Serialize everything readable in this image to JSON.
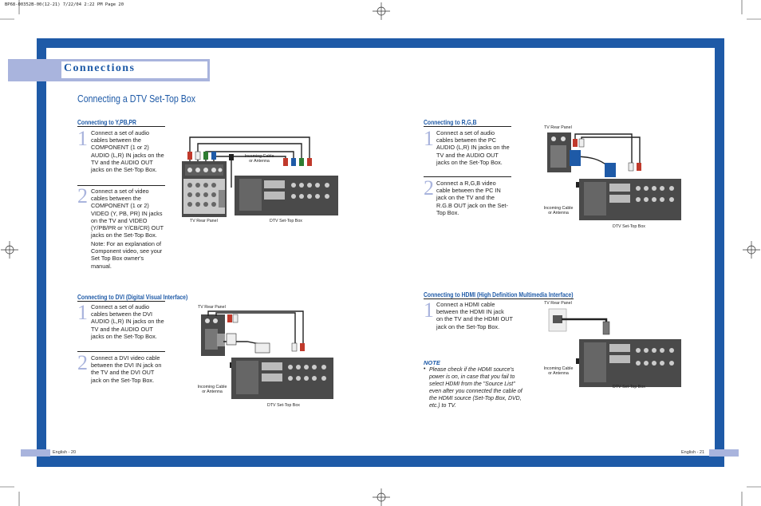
{
  "print_line": "BP68-00352B-00(12-21)  7/22/04  2:22 PM  Page 20",
  "header": {
    "title": "Connections"
  },
  "main_title": "Connecting a DTV Set-Top Box",
  "sections": {
    "ypbpr": {
      "heading": "Connecting to Y,PB,PR",
      "steps": [
        {
          "num": "1",
          "text": "Connect a set of audio\ncables between the\nCOMPONENT (1 or 2)\nAUDIO (L,R) IN jacks on the\nTV and the AUDIO OUT\njacks on the Set-Top Box."
        },
        {
          "num": "2",
          "text": "Connect a set of video\ncables between the\nCOMPONENT (1 or 2)\nVIDEO (Y, PB, PR) IN jacks\non the TV and VIDEO\n(Y/PB/PR or Y/CB/CR) OUT\njacks on the Set-Top Box."
        }
      ],
      "note": "Note: For an explanation of\nComponent video, see your\nSet Top Box owner's\nmanual.",
      "labels": {
        "tv_rear": "TV Rear Panel",
        "incoming": "Incoming Cable\nor Antenna",
        "stb": "DTV Set-Top Box"
      }
    },
    "dvi": {
      "heading": "Connecting to DVI (Digital Visual Interface)",
      "steps": [
        {
          "num": "1",
          "text": "Connect a set of audio\ncables between the DVI\nAUDIO (L,R) IN jacks on the\nTV and the AUDIO OUT\njacks on the Set-Top Box."
        },
        {
          "num": "2",
          "text": "Connect a DVI video cable\nbetween the DVI IN jack on\nthe TV and the DVI OUT\njack on the Set-Top Box."
        }
      ],
      "labels": {
        "tv_rear": "TV Rear Panel",
        "incoming": "Incoming Cable\nor Antenna",
        "stb": "DTV Set-Top Box"
      }
    },
    "rgb": {
      "heading": "Connecting to R,G,B",
      "steps": [
        {
          "num": "1",
          "text": "Connect a set of audio\ncables between the PC\nAUDIO (L,R) IN jacks on the\nTV and the AUDIO OUT\njacks on the Set-Top Box."
        },
        {
          "num": "2",
          "text": "Connect a R,G,B video\ncable between the PC IN\njack on the TV and the\nR.G.B OUT jack on the Set-\nTop Box."
        }
      ],
      "labels": {
        "tv_rear": "TV Rear Panel",
        "incoming": "Incoming Cable\nor Antenna",
        "stb": "DTV Set-Top Box"
      }
    },
    "hdmi": {
      "heading": "Connecting to HDMI (High Definition Multimedia Interface)",
      "steps": [
        {
          "num": "1",
          "text": "Connect a HDMI cable\nbetween the HDMI IN jack\non the TV and the HDMI OUT\njack on the Set-Top Box."
        }
      ],
      "note_title": "NOTE",
      "note_text": "Please check if the HDMI source's power is on, in case that you fail to select HDMI from the \"Source List\" even after you connected the cable of the HDMI source (Set-Top Box, DVD, etc.) to TV.",
      "bullet": "•",
      "labels": {
        "tv_rear": "TV Rear Panel",
        "incoming": "Incoming Cable\nor Antenna",
        "stb": "DTV Set-Top Box"
      }
    }
  },
  "footer": {
    "left": "English - 20",
    "right": "English - 21"
  },
  "colors": {
    "frame": "#1e5aa7",
    "accent_light": "#a9b4dd",
    "panel_dark": "#3a3a3a",
    "cable_red": "#c0392b",
    "cable_green": "#2e7d32",
    "cable_blue": "#1e5aa7"
  }
}
